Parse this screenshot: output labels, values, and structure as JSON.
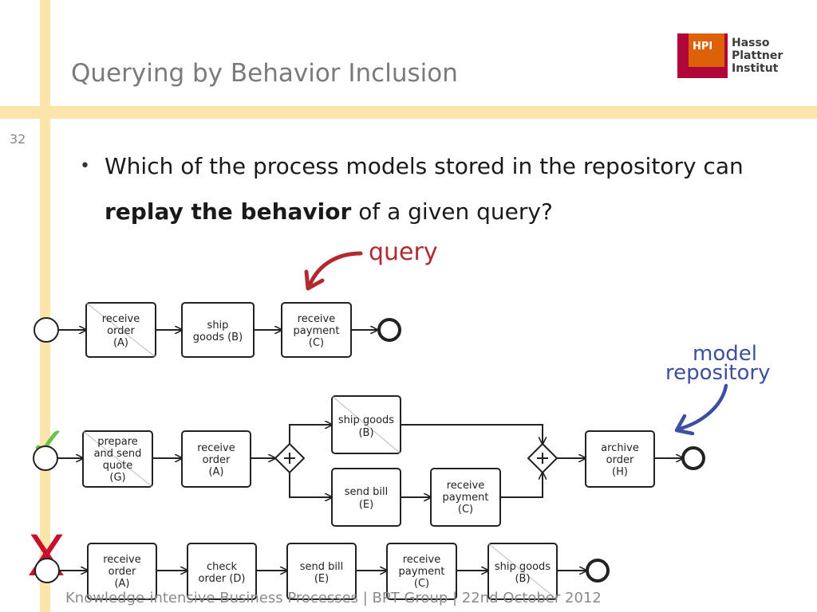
{
  "slide": {
    "title": "Querying by Behavior Inclusion",
    "number": "32",
    "footer": "Knowledge-intensive Business Processes | BPT Group | 22nd October 2012"
  },
  "logo": {
    "abbrev": "HPI",
    "line1": "Hasso",
    "line2": "Plattner",
    "line3": "Institut"
  },
  "bullet": {
    "part1": "Which of the process models stored in the repository can ",
    "bold": "replay the behavior",
    "part2": " of a given query?"
  },
  "annotations": {
    "query": "query",
    "model": "model",
    "repository": "repository",
    "check_mark": "✓",
    "cross_mark": "X"
  },
  "colors": {
    "accent_bar": "#fbe5aa",
    "query_red": "#b02a2f",
    "repo_blue": "#3c4fa0",
    "check_green": "#6cc24a",
    "cross_red": "#c8102e"
  },
  "diagram": {
    "query_model": {
      "tasks": [
        {
          "lines": [
            "receive",
            "order",
            "(A)"
          ]
        },
        {
          "lines": [
            "ship",
            "goods (B)"
          ]
        },
        {
          "lines": [
            "receive",
            "payment",
            "(C)"
          ]
        }
      ]
    },
    "model_1": {
      "tasks": [
        {
          "lines": [
            "prepare",
            "and send",
            "quote",
            "(G)"
          ]
        },
        {
          "lines": [
            "receive",
            "order",
            "(A)"
          ]
        },
        {
          "lines": [
            "ship goods",
            "(B)"
          ]
        },
        {
          "lines": [
            "send bill",
            "(E)"
          ]
        },
        {
          "lines": [
            "receive",
            "payment",
            "(C)"
          ]
        },
        {
          "lines": [
            "archive",
            "order",
            "(H)"
          ]
        }
      ]
    },
    "model_2": {
      "tasks": [
        {
          "lines": [
            "receive",
            "order",
            "(A)"
          ]
        },
        {
          "lines": [
            "check",
            "order (D)"
          ]
        },
        {
          "lines": [
            "send bill",
            "(E)"
          ]
        },
        {
          "lines": [
            "receive",
            "payment",
            "(C)"
          ]
        },
        {
          "lines": [
            "ship goods",
            "(B)"
          ]
        }
      ]
    }
  }
}
